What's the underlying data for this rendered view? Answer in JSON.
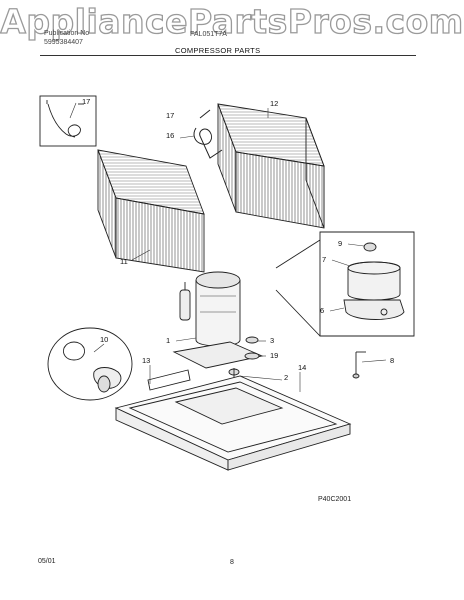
{
  "watermark": "AppliancePartsPros.com",
  "header": {
    "left_line1": "Publication No",
    "left_line2": "5995384407",
    "right_line1": "FAL051T7A",
    "section_title": "COMPRESSOR PARTS"
  },
  "callouts": [
    "17",
    "12",
    "17",
    "16",
    "11",
    "9",
    "7",
    "6",
    "1",
    "3",
    "19",
    "2",
    "14",
    "13",
    "10",
    "8"
  ],
  "diagram_code": "P40C2001",
  "footer": {
    "date": "05/01",
    "page": "8"
  }
}
